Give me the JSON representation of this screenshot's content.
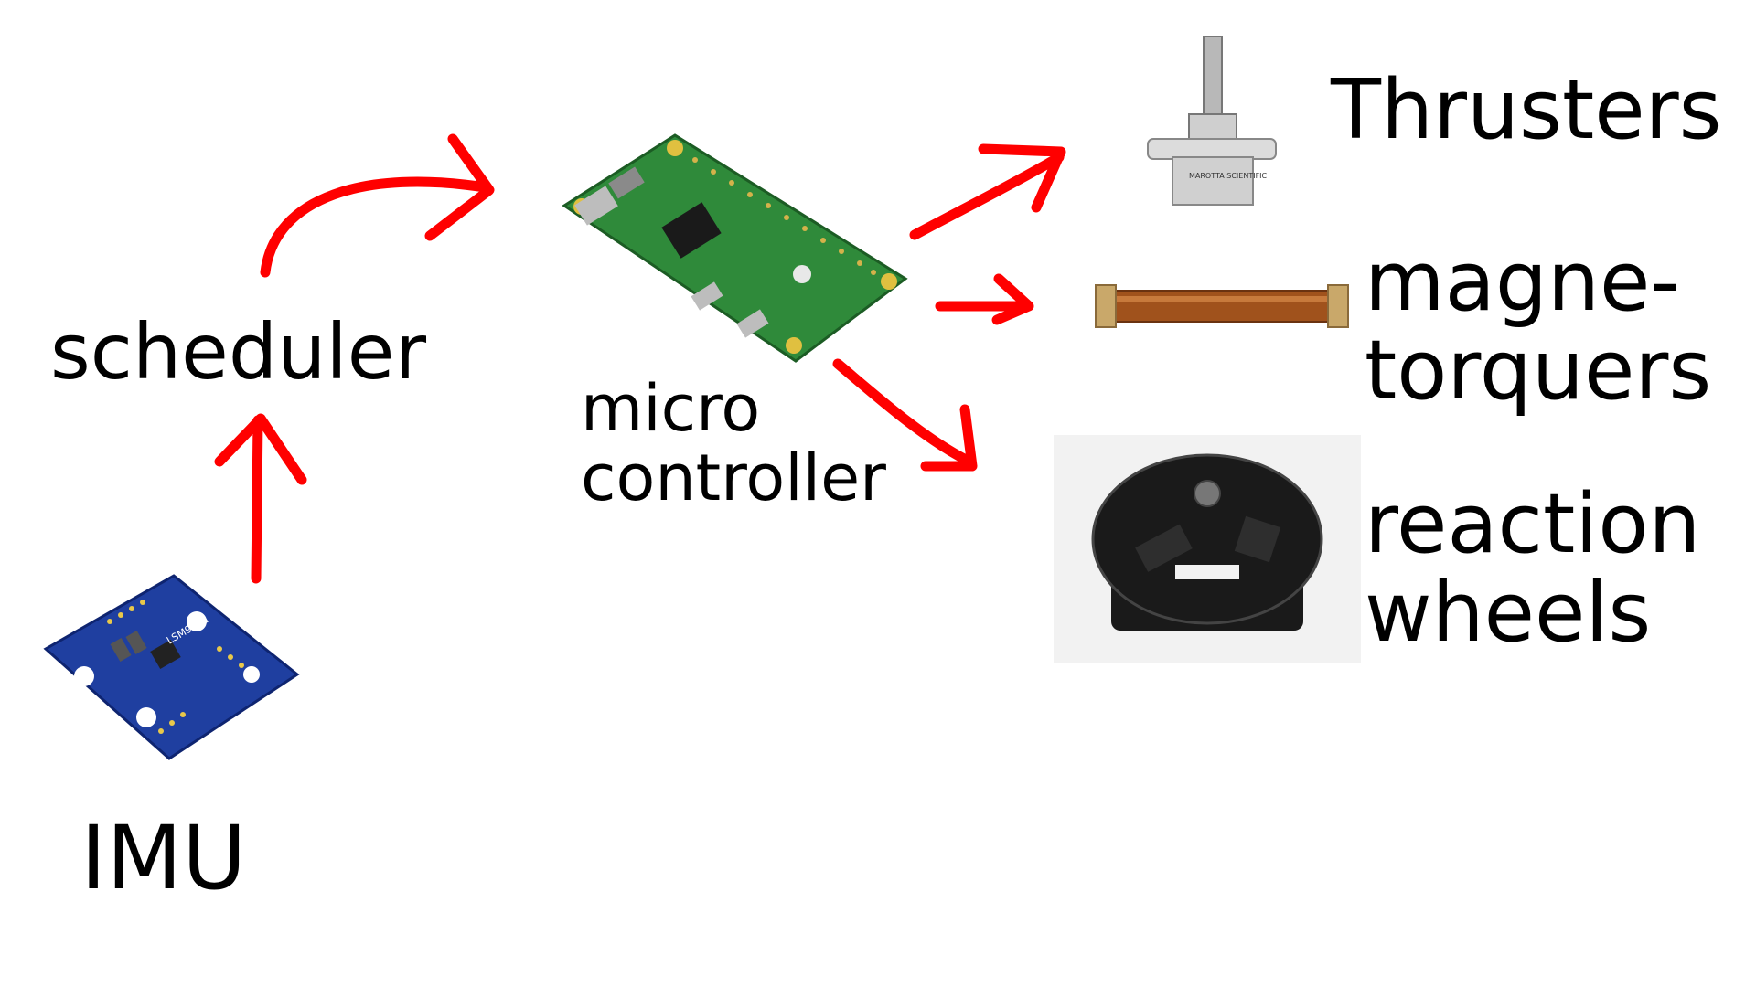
{
  "labels": {
    "scheduler": "scheduler",
    "imu": "IMU",
    "microcontroller_line1": "micro",
    "microcontroller_line2": "controller",
    "thrusters": "Thrusters",
    "magnetorquers_line1": "magne-",
    "magnetorquers_line2": "torquers",
    "reaction_wheels_line1": "reaction",
    "reaction_wheels_line2": "wheels"
  },
  "component_markings": {
    "imu_board": "LSM9DS1",
    "thruster_valve": "MAROTTA SCIENTIFIC"
  },
  "colors": {
    "arrow": "#ff0000",
    "imu_board": "#1f3fa0",
    "pi_board": "#2f8a3a",
    "reaction_wheel": "#1a1a1a",
    "copper": "#a0521c"
  }
}
